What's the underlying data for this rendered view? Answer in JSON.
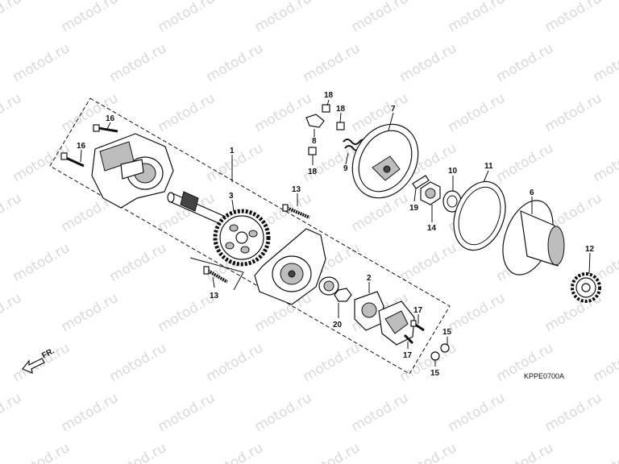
{
  "watermark": {
    "text": "motod.ru",
    "color": "#d9d9d9"
  },
  "diagram_code": "KPPE0700A",
  "direction_label": "FR.",
  "callouts": [
    {
      "id": "c1",
      "label": "1"
    },
    {
      "id": "c2",
      "label": "2"
    },
    {
      "id": "c3",
      "label": "3"
    },
    {
      "id": "c6",
      "label": "6"
    },
    {
      "id": "c7",
      "label": "7"
    },
    {
      "id": "c8",
      "label": "8"
    },
    {
      "id": "c9",
      "label": "9"
    },
    {
      "id": "c10",
      "label": "10"
    },
    {
      "id": "c11",
      "label": "11"
    },
    {
      "id": "c12",
      "label": "12"
    },
    {
      "id": "c13a",
      "label": "13"
    },
    {
      "id": "c13b",
      "label": "13"
    },
    {
      "id": "c14",
      "label": "14"
    },
    {
      "id": "c15a",
      "label": "15"
    },
    {
      "id": "c15b",
      "label": "15"
    },
    {
      "id": "c16a",
      "label": "16"
    },
    {
      "id": "c16b",
      "label": "16"
    },
    {
      "id": "c17a",
      "label": "17"
    },
    {
      "id": "c17b",
      "label": "17"
    },
    {
      "id": "c18a",
      "label": "18"
    },
    {
      "id": "c18b",
      "label": "18"
    },
    {
      "id": "c18c",
      "label": "18"
    },
    {
      "id": "c19",
      "label": "19"
    },
    {
      "id": "c20",
      "label": "20"
    }
  ]
}
